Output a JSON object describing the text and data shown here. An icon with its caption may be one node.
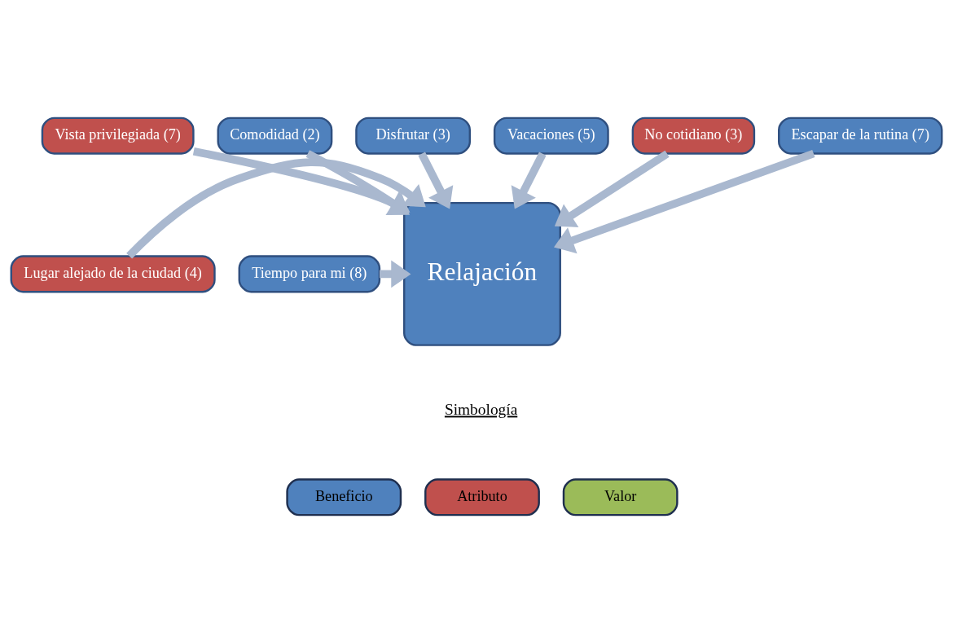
{
  "diagram": {
    "nodes": [
      {
        "text": [
          "Vista privilegiada (7)"
        ]
      },
      {
        "text": [
          "Comodidad (2)"
        ]
      },
      {
        "text": [
          "Disfrutar (3)"
        ]
      },
      {
        "text": [
          "Vacaciones (5)"
        ]
      },
      {
        "text": [
          "No cotidiano (3)"
        ]
      },
      {
        "text": [
          "Escapar de la rutina (7)"
        ]
      },
      {
        "text": [
          "Lugar alejado de la ciudad (4)"
        ]
      },
      {
        "text": [
          "Relajación"
        ]
      },
      {
        "text": [
          "Tiempo para mi (8)"
        ]
      }
    ],
    "edges": [
      {
        "from": 0,
        "to": 7,
        "arrow": "to"
      },
      {
        "from": 1,
        "to": 7,
        "arrow": "to"
      },
      {
        "from": 2,
        "to": 7,
        "arrow": "to"
      },
      {
        "from": 3,
        "to": 7,
        "arrow": "to"
      },
      {
        "from": 4,
        "to": 7,
        "arrow": "to"
      },
      {
        "from": 5,
        "to": 7,
        "arrow": "to"
      },
      {
        "from": 6,
        "to": 7,
        "arrow": "to"
      },
      {
        "from": 8,
        "to": 7,
        "arrow": "to"
      }
    ],
    "labels": [
      "Simbología"
    ],
    "legend": [
      {
        "text": "Beneficio",
        "color": "#4f81bd"
      },
      {
        "text": "Atributo",
        "color": "#c0504d"
      },
      {
        "text": "Valor",
        "color": "#9bbb59"
      }
    ]
  }
}
